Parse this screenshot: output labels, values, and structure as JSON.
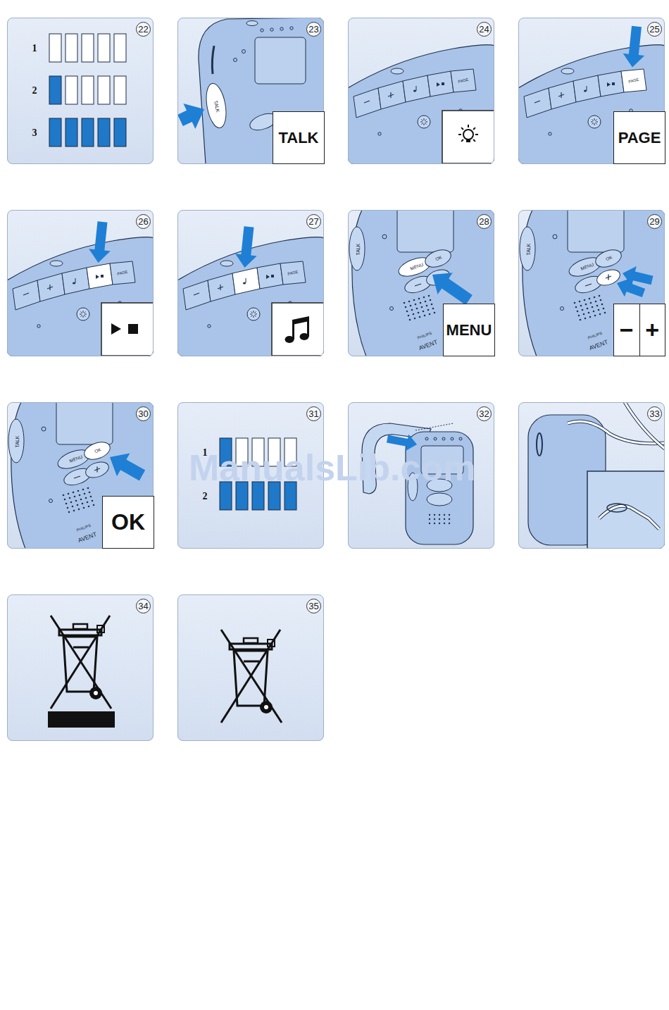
{
  "diagram": {
    "nodes": [
      {
        "text": [
          "22",
          "1",
          "2",
          "3"
        ]
      },
      {
        "text": [
          "23",
          "TALK"
        ]
      },
      {
        "text": [
          "TALK"
        ],
        "in": 1
      },
      {
        "text": [
          "24",
          "PAGE"
        ]
      },
      {
        "text": [
          "25",
          "PAGE"
        ]
      },
      {
        "text": [
          "PAGE"
        ],
        "in": 4
      },
      {
        "text": [
          "26",
          "PAGE"
        ]
      },
      {
        "text": [
          "27",
          "PAGE"
        ]
      },
      {
        "text": [
          "28",
          "TALK",
          "MENU",
          "OK",
          "PHILIPS",
          "AVENT"
        ]
      },
      {
        "text": [
          "MENU"
        ],
        "in": 8
      },
      {
        "text": [
          "29",
          "TALK",
          "MENU",
          "OK",
          "PHILIPS",
          "AVENT"
        ]
      },
      {
        "text": [
          "−",
          "+"
        ],
        "in": 10
      },
      {
        "text": [
          "30",
          "TALK",
          "MENU",
          "OK",
          "PHILIPS",
          "AVENT"
        ]
      },
      {
        "text": [
          "OK"
        ],
        "in": 12
      },
      {
        "text": [
          "31",
          "1",
          "2"
        ]
      },
      {
        "text": [
          "32"
        ]
      },
      {
        "text": [
          "33"
        ]
      },
      {
        "text": [
          "34"
        ]
      },
      {
        "text": [
          "35"
        ]
      }
    ],
    "labels": [
      "ManualsLib.com"
    ]
  }
}
